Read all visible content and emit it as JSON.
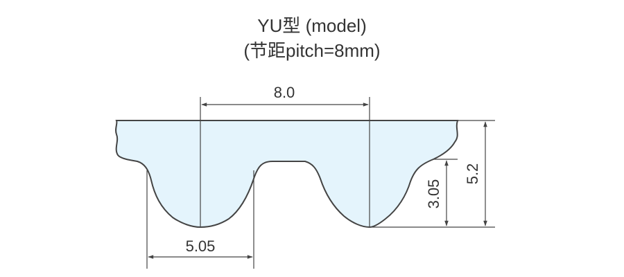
{
  "title": {
    "line1": "YU型 (model)",
    "line2": "(节距pitch=8mm)"
  },
  "dimensions": {
    "pitch": "8.0",
    "total_height": "5.2",
    "tooth_height": "3.05",
    "tooth_width": "5.05"
  },
  "colors": {
    "belt_fill": "#e4f4fc",
    "outline": "#444444",
    "text": "#333333"
  }
}
